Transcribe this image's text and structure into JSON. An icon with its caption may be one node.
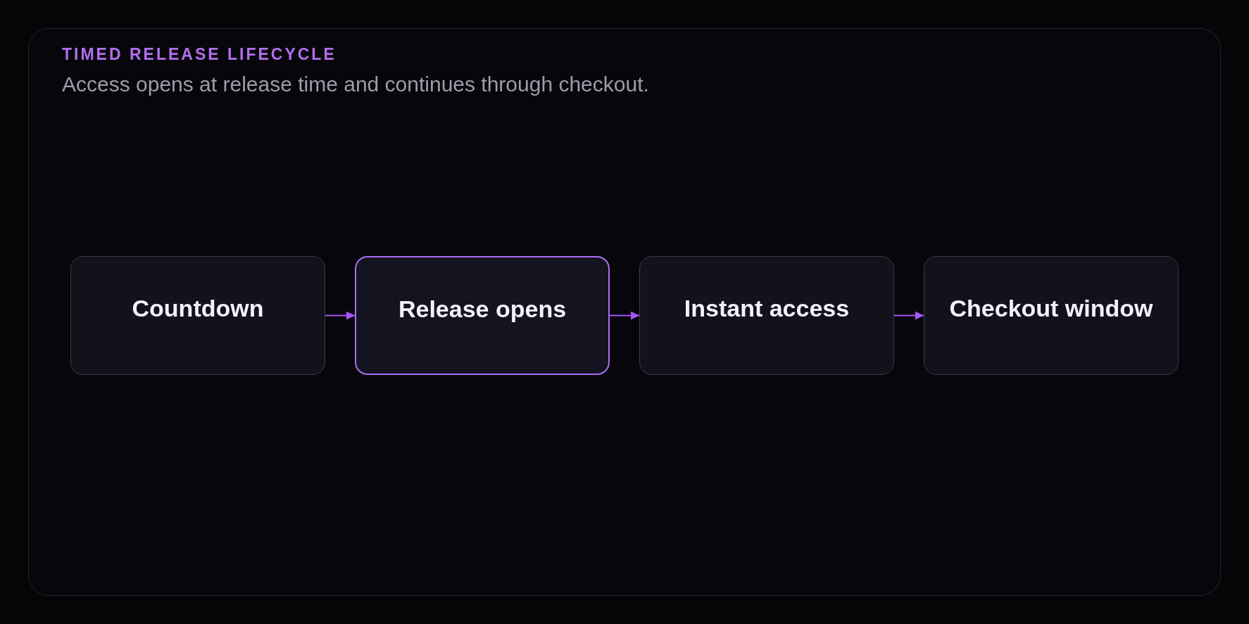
{
  "diagram": {
    "title": "TIMED RELEASE LIFECYCLE",
    "nodes": [
      {
        "text": [
          "Countdown"
        ]
      },
      {
        "text": [
          "Release opens"
        ]
      },
      {
        "text": [
          "Instant access"
        ]
      },
      {
        "text": [
          "Checkout window"
        ]
      }
    ],
    "edges": [
      {
        "from": 0,
        "to": 1,
        "arrow": "to"
      },
      {
        "from": 1,
        "to": 2,
        "arrow": "to"
      },
      {
        "from": 2,
        "to": 3,
        "arrow": "to"
      }
    ],
    "labels": [
      "Access opens at release time and continues through checkout."
    ]
  }
}
